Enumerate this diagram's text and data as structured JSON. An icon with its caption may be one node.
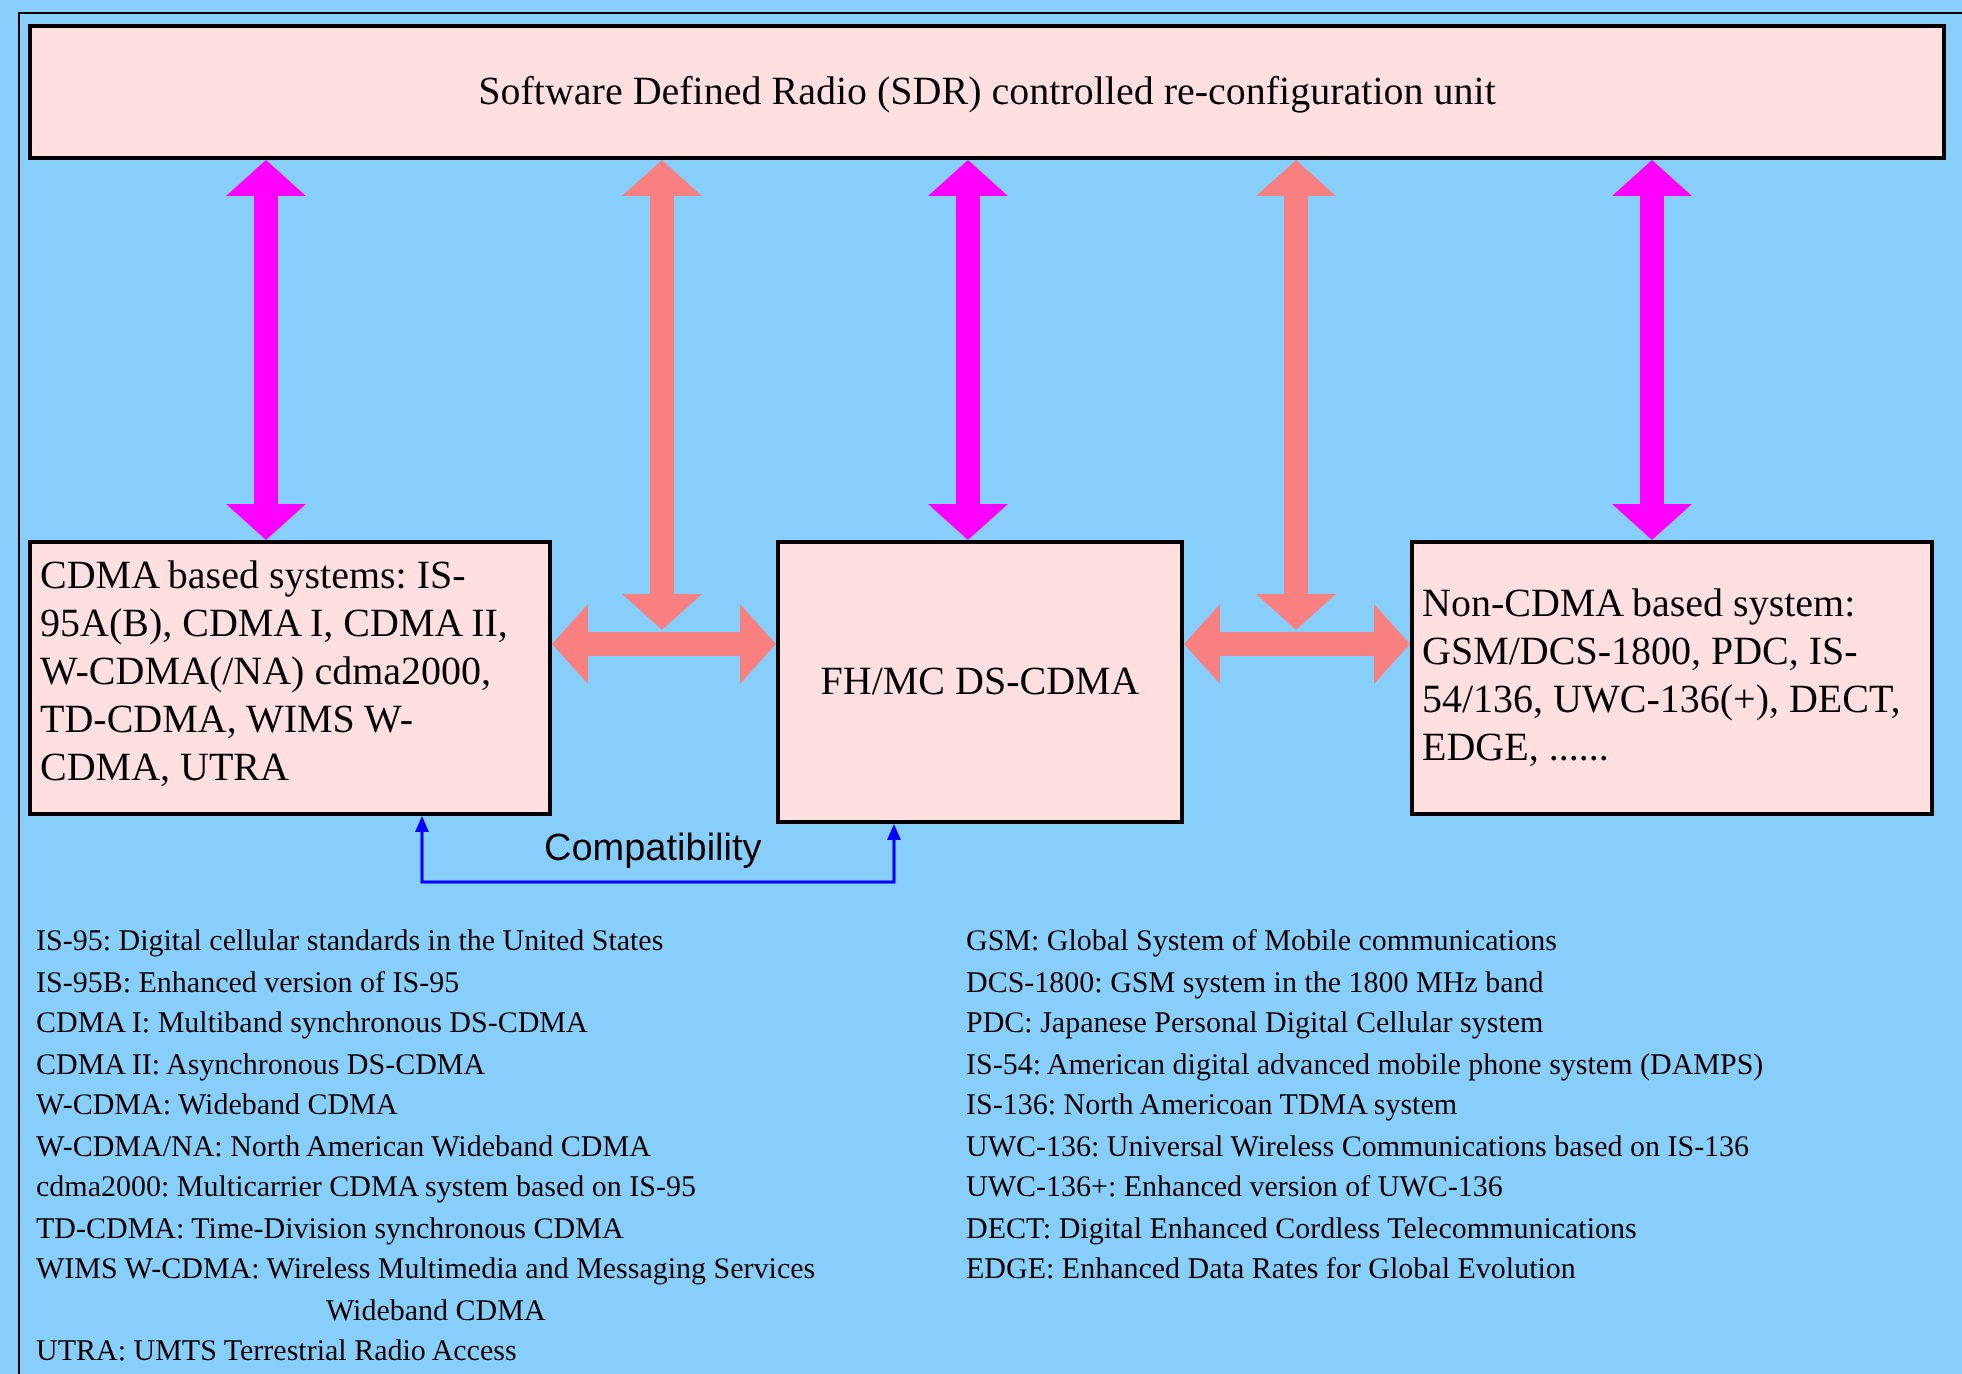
{
  "diagram": {
    "nodes": [
      {
        "text": [
          "Software Defined Radio (SDR) controlled re-configuration unit"
        ]
      },
      {
        "text": [
          "CDMA based systems: IS-95A(B), CDMA I, CDMA II, W-CDMA(/NA) cdma2000, TD-CDMA, WIMS W-CDMA, UTRA"
        ]
      },
      {
        "text": [
          "FH/MC DS-CDMA"
        ]
      },
      {
        "text": [
          "Non-CDMA based system: GSM/DCS-1800, PDC, IS-54/136, UWC-136(+), DECT, EDGE, ......"
        ]
      }
    ],
    "edges": [
      {
        "from": 0,
        "to": 1,
        "arrow": "both",
        "color": "#ff00ff"
      },
      {
        "from": 0,
        "to": 2,
        "arrow": "both",
        "color": "#ff00ff"
      },
      {
        "from": 0,
        "to": 3,
        "arrow": "both",
        "color": "#ff00ff"
      },
      {
        "from": 1,
        "to": 2,
        "arrow": "both",
        "color": "#f88080"
      },
      {
        "from": 2,
        "to": 3,
        "arrow": "both",
        "color": "#f88080"
      },
      {
        "from": 1,
        "to": 0,
        "arrow": "both",
        "color": "#f88080"
      },
      {
        "from": 2,
        "to": 0,
        "arrow": "both",
        "color": "#f88080"
      },
      {
        "from": 1,
        "to": 2,
        "arrow": "both",
        "label": "Compatibility",
        "color": "#0000ff"
      }
    ],
    "labels": [
      "IS-95: Digital cellular standards in the United States",
      "IS-95B: Enhanced version of IS-95",
      "CDMA I: Multiband synchronous DS-CDMA",
      "CDMA II: Asynchronous DS-CDMA",
      "W-CDMA: Wideband CDMA",
      "W-CDMA/NA: North American Wideband CDMA",
      "cdma2000: Multicarrier CDMA system based on IS-95",
      "TD-CDMA: Time-Division synchronous CDMA",
      "WIMS W-CDMA: Wireless Multimedia and Messaging Services Wideband CDMA",
      "UTRA: UMTS Terrestrial Radio Access",
      "GSM: Global System of Mobile communications",
      "DCS-1800: GSM system in the 1800 MHz band",
      "PDC: Japanese Personal Digital Cellular system",
      "IS-54: American digital advanced mobile phone system (DAMPS)",
      "IS-136: North Americoan TDMA system",
      "UWC-136: Universal Wireless Communications based on IS-136",
      "UWC-136+: Enhanced version of UWC-136",
      "DECT: Digital Enhanced Cordless Telecommunications",
      "EDGE: Enhanced Data Rates for Global Evolution"
    ]
  }
}
